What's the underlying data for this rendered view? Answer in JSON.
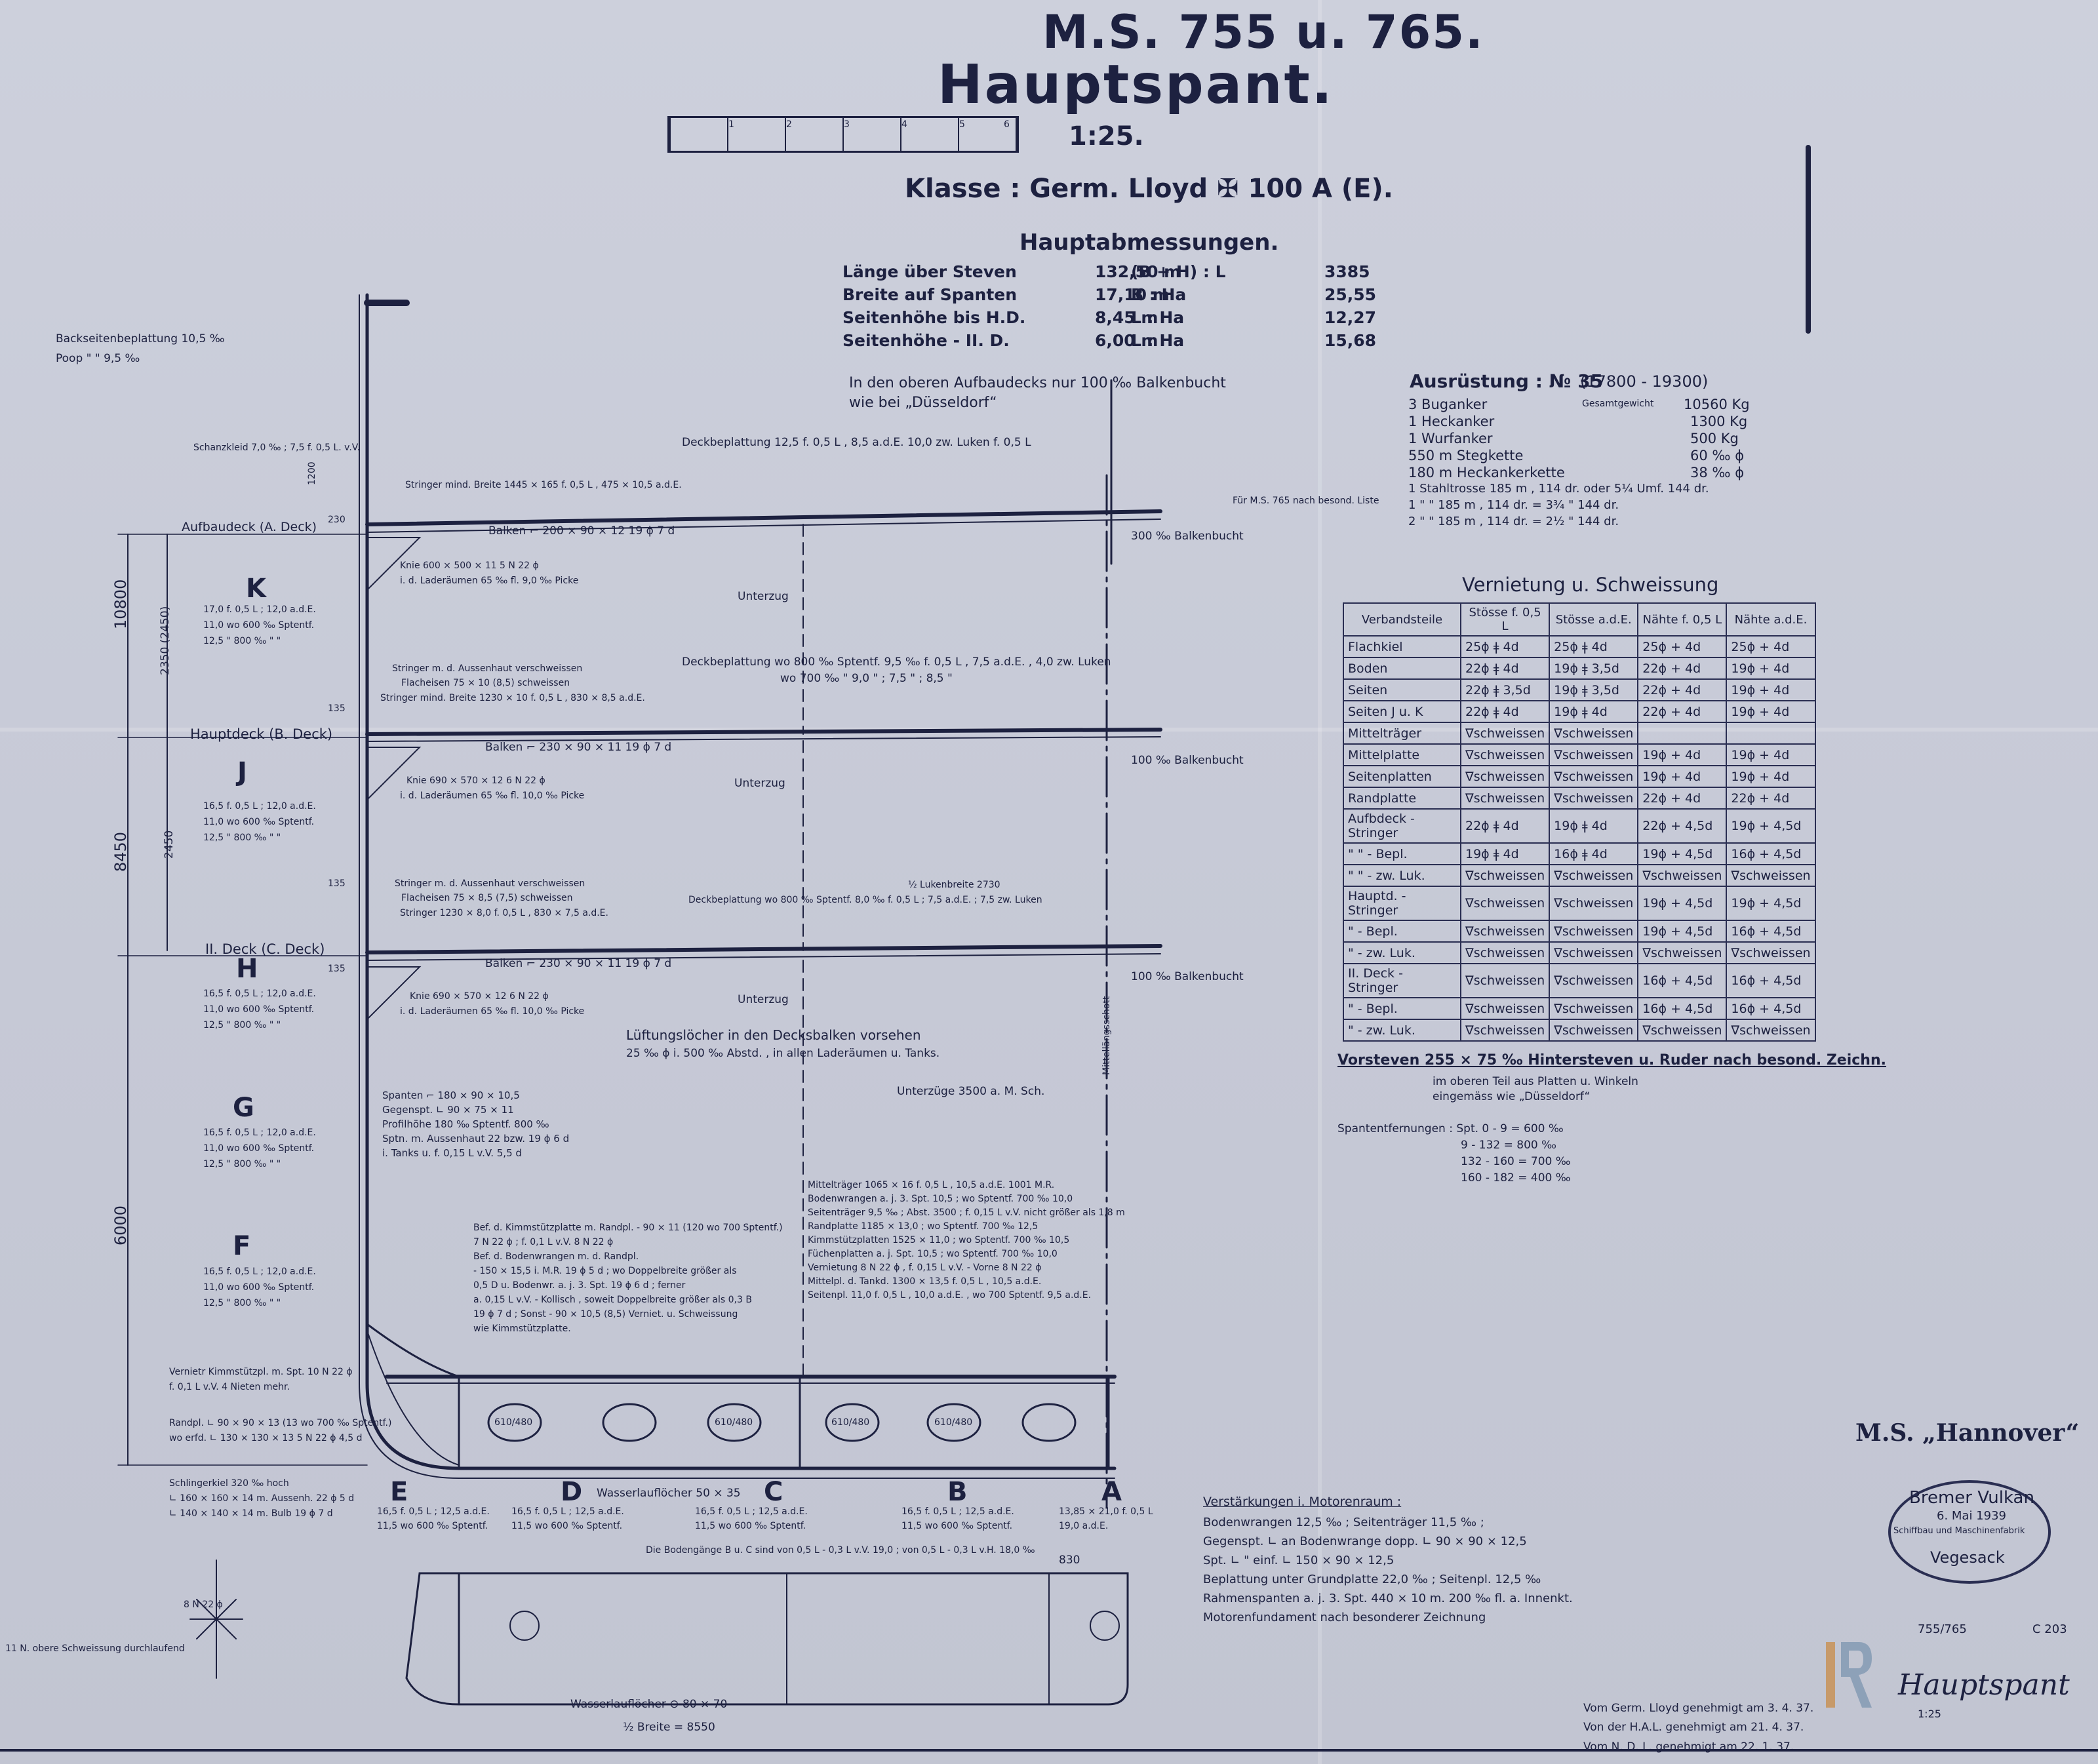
{
  "header": {
    "ship": "M.S. 755 u. 765.",
    "title": "Hauptspant.",
    "scale_text": "1:25.",
    "scale_ticks": [
      "1",
      "2",
      "3",
      "4",
      "5",
      "6"
    ],
    "class_text": "Klasse : Germ. Lloyd ✠ 100 A (E)."
  },
  "dimensions": {
    "heading": "Hauptabmessungen.",
    "rows": [
      {
        "label": "Länge über Steven",
        "value": "132,50 m",
        "ratio": "(B + H) : L",
        "result": "3385"
      },
      {
        "label": "Breite auf Spanten",
        "value": "17,10 m",
        "ratio": "B : Ha",
        "result": "25,55"
      },
      {
        "label": "Seitenhöhe bis H.D.",
        "value": "8,45 m",
        "ratio": "L : Ha",
        "result": "12,27"
      },
      {
        "label": "Seitenhöhe - II. D.",
        "value": "6,00 m",
        "ratio": "L : Ha",
        "result": "15,68"
      }
    ],
    "note1": "In den oberen Aufbaudecks nur 100 ‰ Balkenbucht",
    "note2": "wie bei „Düsseldorf“"
  },
  "equipment": {
    "heading": "Ausrüstung : № 35",
    "range": "(17800 - 19300)",
    "items": [
      {
        "name": "3 Buganker",
        "desc": "Gesamtgewicht",
        "value": "10560 Kg"
      },
      {
        "name": "1 Heckanker",
        "desc": "",
        "value": "1300 Kg"
      },
      {
        "name": "1 Wurfanker",
        "desc": "",
        "value": "500 Kg"
      },
      {
        "name": "550 m Stegkette",
        "desc": "",
        "value": "60 ‰ ϕ"
      },
      {
        "name": "180 m Heckankerkette",
        "desc": "",
        "value": "38 ‰ ϕ"
      }
    ],
    "ropes": [
      "1 Stahltrosse  185 m , 114 dr. oder 5¼ Umf. 144 dr.",
      "1   \"   \"   185 m , 114 dr. = 3¾  \"  144 dr.",
      "2   \"   \"   185 m , 114 dr. = 2½  \"  144 dr."
    ],
    "side_note": "Für M.S. 765 nach besond. Liste"
  },
  "vernietung": {
    "heading": "Vernietung u. Schweissung",
    "columns": [
      "Verbandsteile",
      "Stösse f. 0,5 L",
      "Stösse a.d.E.",
      "Nähte f. 0,5 L",
      "Nähte a.d.E."
    ],
    "rows": [
      [
        "Flachkiel",
        "25ϕ ǂ 4d",
        "25ϕ ǂ 4d",
        "25ϕ + 4d",
        "25ϕ + 4d"
      ],
      [
        "Boden",
        "22ϕ ǂ 4d",
        "19ϕ ǂ 3,5d",
        "22ϕ + 4d",
        "19ϕ + 4d"
      ],
      [
        "Seiten",
        "22ϕ ǂ 3,5d",
        "19ϕ ǂ 3,5d",
        "22ϕ + 4d",
        "19ϕ + 4d"
      ],
      [
        "Seiten J u. K",
        "22ϕ ǂ 4d",
        "19ϕ ǂ 4d",
        "22ϕ + 4d",
        "19ϕ + 4d"
      ],
      [
        "Mittelträger",
        "∇schweissen",
        "∇schweissen",
        "",
        ""
      ],
      [
        "Mittelplatte",
        "∇schweissen",
        "∇schweissen",
        "19ϕ + 4d",
        "19ϕ + 4d"
      ],
      [
        "Seitenplatten",
        "∇schweissen",
        "∇schweissen",
        "19ϕ + 4d",
        "19ϕ + 4d"
      ],
      [
        "Randplatte",
        "∇schweissen",
        "∇schweissen",
        "22ϕ + 4d",
        "22ϕ + 4d"
      ],
      [
        "Aufbdeck - Stringer",
        "22ϕ ǂ 4d",
        "19ϕ ǂ 4d",
        "22ϕ + 4,5d",
        "19ϕ + 4,5d"
      ],
      [
        "\" \" - Bepl.",
        "19ϕ ǂ 4d",
        "16ϕ ǂ 4d",
        "19ϕ + 4,5d",
        "16ϕ + 4,5d"
      ],
      [
        "\" \" - zw. Luk.",
        "∇schweissen",
        "∇schweissen",
        "∇schweissen",
        "∇schweissen"
      ],
      [
        "Hauptd. - Stringer",
        "∇schweissen",
        "∇schweissen",
        "19ϕ + 4,5d",
        "19ϕ + 4,5d"
      ],
      [
        "\" - Bepl.",
        "∇schweissen",
        "∇schweissen",
        "19ϕ + 4,5d",
        "16ϕ + 4,5d"
      ],
      [
        "\" - zw. Luk.",
        "∇schweissen",
        "∇schweissen",
        "∇schweissen",
        "∇schweissen"
      ],
      [
        "II. Deck - Stringer",
        "∇schweissen",
        "∇schweissen",
        "16ϕ + 4,5d",
        "16ϕ + 4,5d"
      ],
      [
        "\" - Bepl.",
        "∇schweissen",
        "∇schweissen",
        "16ϕ + 4,5d",
        "16ϕ + 4,5d"
      ],
      [
        "\" - zw. Luk.",
        "∇schweissen",
        "∇schweissen",
        "∇schweissen",
        "∇schweissen"
      ]
    ]
  },
  "steven": {
    "line1": "Vorsteven 255 × 75 ‰  Hintersteven u. Ruder nach besond. Zeichn.",
    "line2": "im oberen Teil aus Platten u. Winkeln",
    "line3": "eingemäss wie „Düsseldorf“",
    "spacing_label": "Spantentfernungen : Spt. 0 - 9 = 600 ‰",
    "spacing": [
      "9 - 132 = 800 ‰",
      "132 - 160 = 700 ‰",
      "160 - 182 = 400 ‰"
    ]
  },
  "left_notes": {
    "backseite": "Backseitenbeplattung 10,5 ‰",
    "poop": "Poop  \"   \"   9,5 ‰",
    "schanzkleid": "Schanzkleid 7,0 ‰ ; 7,5 f. 0,5 L. v.V.",
    "dim_10800": "10800",
    "dim_8450": "8450",
    "dim_6000": "6000",
    "dim_2350": "2350 (2450)",
    "dim_2450": "2450",
    "dim_1200": "1200",
    "dim_230": "230",
    "dim_135a": "135",
    "dim_135b": "135",
    "dim_135c": "135"
  },
  "decks": {
    "aufbaudeck": "Aufbaudeck (A. Deck)",
    "hauptdeck": "Hauptdeck (B. Deck)",
    "deck2": "II. Deck (C. Deck)"
  },
  "strakes": {
    "K": "K",
    "J": "J",
    "H": "H",
    "G": "G",
    "F": "F",
    "E": "E",
    "D": "D",
    "C": "C",
    "B": "B",
    "A": "A",
    "K_text": [
      "17,0 f. 0,5 L ; 12,0 a.d.E.",
      "11,0 wo 600 ‰ Sptentf.",
      "12,5 \" 800 ‰ \" \""
    ],
    "J_text": [
      "16,5 f. 0,5 L ; 12,0 a.d.E.",
      "11,0 wo 600 ‰ Sptentf.",
      "12,5 \" 800 ‰ \" \""
    ],
    "H_text": [
      "16,5 f. 0,5 L ; 12,0 a.d.E.",
      "11,0 wo 600 ‰ Sptentf.",
      "12,5 \" 800 ‰ \" \""
    ],
    "G_text": [
      "16,5 f. 0,5 L ; 12,0 a.d.E.",
      "11,0 wo 600 ‰ Sptentf.",
      "12,5 \" 800 ‰ \" \""
    ],
    "F_text": [
      "16,5 f. 0,5 L ; 12,0 a.d.E.",
      "11,0 wo 600 ‰ Sptentf.",
      "12,5 \" 800 ‰ \" \""
    ]
  },
  "section": {
    "deckbeplattung_a": "Deckbeplattung 12,5 f. 0,5 L , 8,5 a.d.E. 10,0 zw. Luken f. 0,5 L",
    "stringer_a": "Stringer mind. Breite 1445 × 165 f. 0,5 L , 475 × 10,5 a.d.E.",
    "balken_a": "Balken ⌐ 200 × 90 × 12   19 ϕ 7 d",
    "knie_a": "Knie 600 × 500 × 11  5 N 22 ϕ",
    "knie_a2": "i. d. Laderäumen 65 ‰ fl. 9,0 ‰ Picke",
    "balkenbucht_a": "300 ‰ Balkenbucht",
    "unterzug": "Unterzug",
    "deckbeplattung_b": "Deckbeplattung wo 800 ‰ Sptentf. 9,5 ‰ f. 0,5 L , 7,5 a.d.E. , 4,0 zw. Luken",
    "deckbeplattung_b2": "wo 700 ‰   \"   9,0 \"  ;  7,5  \"   ;  8,5  \"",
    "stringer_b": "Stringer m. d. Aussenhaut verschweissen",
    "flach_b": "Flacheisen 75 × 10 (8,5) schweissen",
    "stringer_b2": "Stringer mind. Breite 1230 × 10 f. 0,5 L , 830 × 8,5 a.d.E.",
    "balken_b": "Balken ⌐ 230 × 90 × 11   19 ϕ 7 d",
    "knie_b": "Knie 690 × 570 × 12   6 N 22 ϕ",
    "knie_b2": "i. d. Laderäumen 65 ‰ fl. 10,0 ‰ Picke",
    "balkenbucht_b": "100 ‰ Balkenbucht",
    "stringer_c": "Stringer m. d. Aussenhaut verschweissen",
    "flach_c": "Flacheisen 75 × 8,5 (7,5) schweissen",
    "stringer_c2": "Stringer 1230 × 8,0 f. 0,5 L , 830 × 7,5 a.d.E.",
    "deckbeplattung_c": "Deckbeplattung wo 800 ‰ Sptentf. 8,0 ‰ f. 0,5 L ; 7,5 a.d.E. ; 7,5 zw. Luken",
    "lukenbreite": "½ Lukenbreite 2730",
    "balken_c": "Balken ⌐ 230 × 90 × 11   19 ϕ 7 d",
    "knie_c": "Knie 690 × 570 × 12   6 N 22 ϕ",
    "knie_c2": "i. d. Laderäumen 65 ‰ fl. 10,0 ‰ Picke",
    "balkenbucht_c": "100 ‰ Balkenbucht",
    "lueftung": "Lüftungslöcher in den Decksbalken vorsehen",
    "lueftung2": "25 ‰ ϕ i. 500 ‰ Abstd. , in allen Laderäumen u. Tanks.",
    "unterzuege": "Unterzüge 3500 a. M. Sch.",
    "mittellaengsschott": "Mittellängsschott",
    "spanten": [
      "Spanten ⌐ 180 × 90 × 10,5",
      "Gegenspt. ∟ 90 × 75 × 11",
      "Profilhöhe 180 ‰ Sptentf. 800 ‰",
      "Sptn. m. Aussenhaut 22 bzw. 19 ϕ 6 d",
      "i. Tanks u. f. 0,15 L v.V. 5,5 d"
    ],
    "mitteltraeger": [
      "Mittelträger 1065 × 16 f. 0,5 L , 10,5 a.d.E. 1001 M.R.",
      "Bodenwrangen a. j. 3. Spt. 10,5 ; wo Sptentf. 700 ‰ 10,0",
      "Seitenträger 9,5 ‰ ; Abst. 3500 ; f. 0,15 L v.V. nicht größer als 1,8 m",
      "Randplatte 1185 × 13,0 ; wo Sptentf. 700 ‰ 12,5",
      "Kimmstützplatten 1525 × 11,0 ; wo Sptentf. 700 ‰ 10,5",
      "Füchenplatten a. j. Spt. 10,5 ; wo Sptentf. 700 ‰ 10,0",
      "Vernietung 8 N 22 ϕ , f. 0,15 L v.V. - Vorne 8 N 22 ϕ",
      "Mittelpl. d. Tankd. 1300 × 13,5 f. 0,5 L , 10,5 a.d.E.",
      "Seitenpl.   11,0 f. 0,5 L , 10,0 a.d.E. , wo 700 Sptentf. 9,5 a.d.E."
    ],
    "befestigung": [
      "Bef. d. Kimmstützplatte m. Randpl. - 90 × 11 (120 wo 700 Sptentf.)",
      "7 N 22 ϕ ; f. 0,1 L v.V. 8 N 22 ϕ",
      "Bef. d. Bodenwrangen m. d. Randpl.",
      "- 150 × 15,5 i. M.R. 19 ϕ 5 d ; wo Doppelbreite größer als",
      "0,5 D u. Bodenwr. a. j. 3. Spt. 19 ϕ 6 d ; ferner",
      "a. 0,15 L v.V. - Kollisch , soweit Doppelbreite größer als 0,3 B",
      "19 ϕ 7 d ; Sonst - 90 × 10,5 (8,5) Verniet. u. Schweissung",
      "wie Kimmstützplatte."
    ],
    "kimm": [
      "Vernietr Kimmstützpl. m. Spt. 10 N 22 ϕ",
      "f. 0,1 L v.V. 4 Nieten mehr."
    ],
    "randpl": [
      "Randpl. ∟ 90 × 90 × 13 (13 wo 700 ‰ Sptentf.)",
      "wo erfd. ∟ 130 × 130 × 13 5 N 22 ϕ 4,5 d"
    ],
    "schlingerkiel": [
      "Schlingerkiel 320 ‰ hoch",
      "∟ 160 × 160 × 14 m. Aussenh. 22 ϕ 5 d",
      "∟ 140 × 140 × 14 m. Bulb 19 ϕ 7 d"
    ],
    "wasserlaufloecher": "Wasserlauflöcher 50 × 35",
    "bodengaenge": "Die Bodengänge B u. C sind von 0,5 L - 0,3 L v.V. 19,0 ; von 0,5 L - 0,3 L v.H. 18,0 ‰",
    "bottom_E": [
      "16,5 f. 0,5 L ; 12,5 a.d.E.",
      "11,5 wo 600 ‰ Sptentf."
    ],
    "bottom_D": [
      "16,5 f. 0,5 L ; 12,5 a.d.E.",
      "11,5 wo 600 ‰ Sptentf."
    ],
    "bottom_C": [
      "16,5 f. 0,5 L ; 12,5 a.d.E.",
      "11,5 wo 600 ‰ Sptentf."
    ],
    "bottom_B": [
      "16,5 f. 0,5 L ; 12,5 a.d.E.",
      "11,5 wo 600 ‰ Sptentf."
    ],
    "bottom_A": [
      "13,85 × 21,0 f. 0,5 L",
      "19,0 a.d.E."
    ],
    "holes": [
      "610/480",
      "610/480",
      "610/480",
      "610/480"
    ],
    "breite": "½ Breite = 8550",
    "wasserlaufloecher2": "Wasserlauflöcher ⊖ 80 × 70",
    "detail_830": "830",
    "detail_n11": "8 N 22 ϕ",
    "detail_schweiss": "11 N. obere Schweissung durchlaufend"
  },
  "verstaerkungen": {
    "heading": "Verstärkungen i. Motorenraum :",
    "lines": [
      "Bodenwrangen 12,5 ‰ ; Seitenträger 11,5 ‰ ;",
      "Gegenspt. ∟ an Bodenwrange dopp. ∟ 90 × 90 × 12,5",
      "Spt. ∟   \"   einf. ∟ 150 × 90 × 12,5",
      "Beplattung unter Grundplatte 22,0 ‰ ; Seitenpl. 12,5 ‰",
      "Rahmenspanten a. j. 3. Spt. 440 × 10 m. 200 ‰ fl. a. Innenkt.",
      "Motorenfundament nach besonderer Zeichnung"
    ]
  },
  "titleblock": {
    "ship_name": "M.S. „Hannover“",
    "stamp_top": "Bremer Vulkan",
    "stamp_date": "6. Mai 1939",
    "stamp_mid": "Schiffbau und Maschinenfabrik",
    "stamp_bottom": "Vegesack",
    "drawing_no": "755/765",
    "drawing_sheet": "C 203",
    "drawing_scale": "1:25",
    "drawing_title": "Hauptspant",
    "approvals": [
      "Vom Germ. Lloyd genehmigt am 3. 4. 37.",
      "Von der H.A.L. genehmigt am 21. 4. 37.",
      "Vom N. D. L. genehmigt am 22. 1. 37."
    ]
  }
}
